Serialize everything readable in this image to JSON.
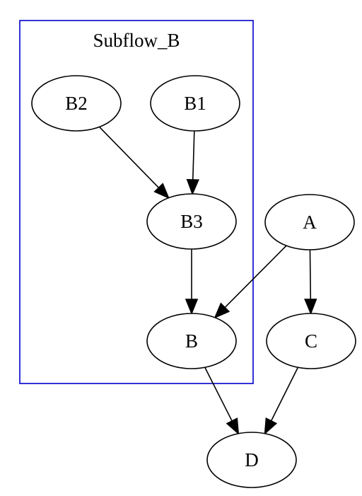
{
  "diagram": {
    "clusters": [
      {
        "id": "subflow_b",
        "label": "Subflow_B",
        "color": "#0000cc"
      }
    ],
    "nodes": [
      {
        "id": "B2",
        "label": "B2"
      },
      {
        "id": "B1",
        "label": "B1"
      },
      {
        "id": "B3",
        "label": "B3"
      },
      {
        "id": "A",
        "label": "A"
      },
      {
        "id": "B",
        "label": "B"
      },
      {
        "id": "C",
        "label": "C"
      },
      {
        "id": "D",
        "label": "D"
      }
    ],
    "edges": [
      {
        "from": "B2",
        "to": "B3"
      },
      {
        "from": "B1",
        "to": "B3"
      },
      {
        "from": "B3",
        "to": "B"
      },
      {
        "from": "A",
        "to": "B"
      },
      {
        "from": "A",
        "to": "C"
      },
      {
        "from": "B",
        "to": "D"
      },
      {
        "from": "C",
        "to": "D"
      }
    ]
  }
}
